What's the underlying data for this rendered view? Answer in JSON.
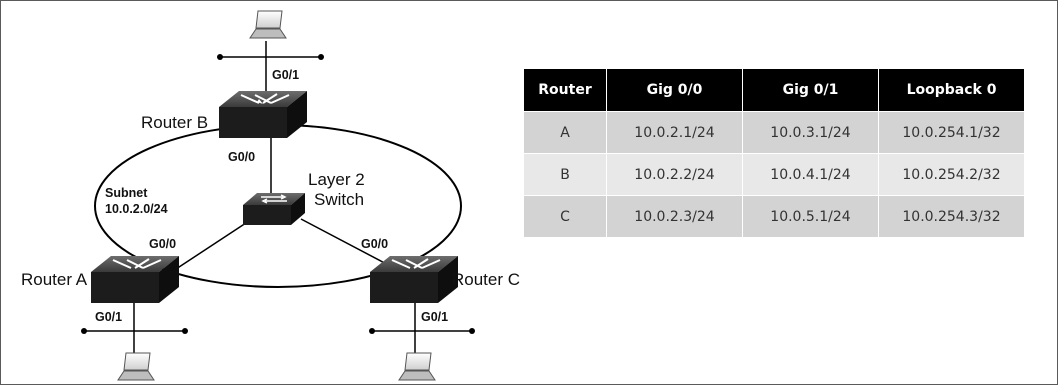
{
  "diagram": {
    "routers": {
      "a": {
        "label": "Router A",
        "g0_0": "G0/0",
        "g0_1": "G0/1"
      },
      "b": {
        "label": "Router B",
        "g0_0": "G0/0",
        "g0_1": "G0/1"
      },
      "c": {
        "label": "Router C",
        "g0_0": "G0/0",
        "g0_1": "G0/1"
      }
    },
    "switch": {
      "line1": "Layer 2",
      "line2": "Switch"
    },
    "subnet": {
      "line1": "Subnet",
      "line2": "10.0.2.0/24"
    }
  },
  "table": {
    "headers": [
      "Router",
      "Gig 0/0",
      "Gig 0/1",
      "Loopback 0"
    ],
    "rows": [
      [
        "A",
        "10.0.2.1/24",
        "10.0.3.1/24",
        "10.0.254.1/32"
      ],
      [
        "B",
        "10.0.2.2/24",
        "10.0.4.1/24",
        "10.0.254.2/32"
      ],
      [
        "C",
        "10.0.2.3/24",
        "10.0.5.1/24",
        "10.0.254.3/32"
      ]
    ]
  },
  "colors": {
    "header_bg": "#000000",
    "row_odd": "#d3d3d3",
    "row_even": "#e8e8e8",
    "device_dark": "#1c1c1c"
  }
}
